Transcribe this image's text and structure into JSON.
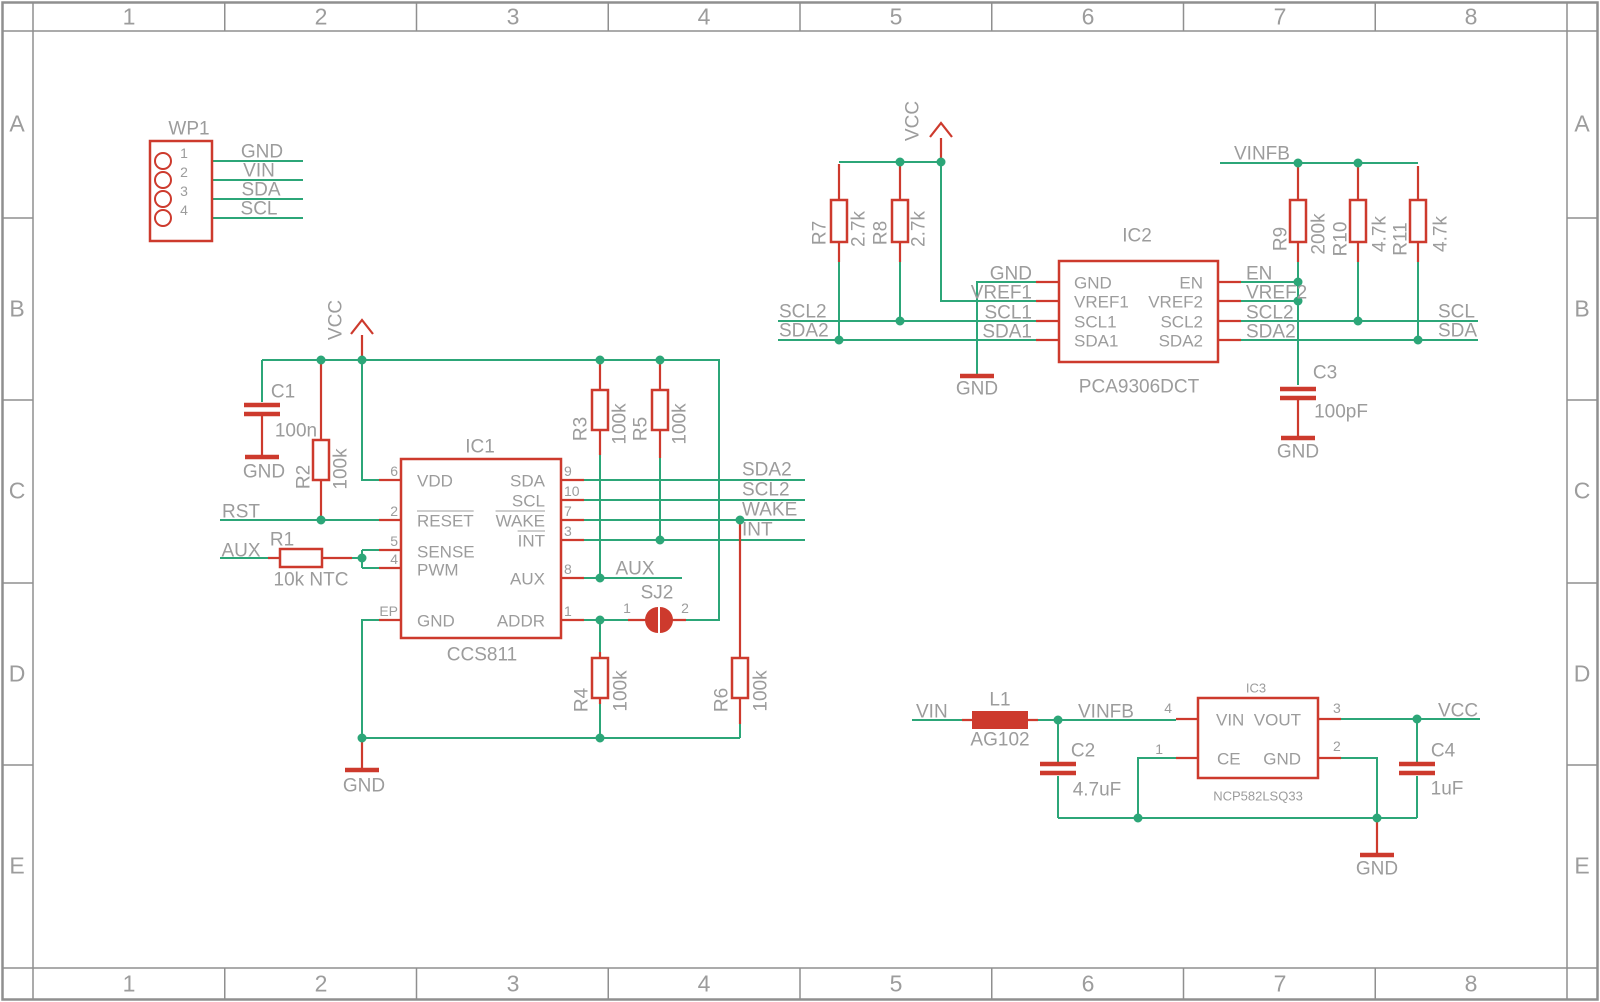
{
  "frame": {
    "columns": [
      "1",
      "2",
      "3",
      "4",
      "5",
      "6",
      "7",
      "8"
    ],
    "rows": [
      "A",
      "B",
      "C",
      "D",
      "E"
    ]
  },
  "nets": {
    "gnd": "GND",
    "vcc": "VCC",
    "vin": "VIN",
    "rst": "RST",
    "aux": "AUX",
    "sda": "SDA",
    "scl": "SCL",
    "sda2": "SDA2",
    "scl2": "SCL2",
    "sda1": "SDA1",
    "scl1": "SCL1",
    "wake": "WAKE",
    "int": "INT",
    "vinfb": "VINFB",
    "vref1": "VREF1",
    "vref2": "VREF2",
    "en": "EN"
  },
  "wp1": {
    "ref": "WP1",
    "pins": [
      {
        "n": "1",
        "net": "GND"
      },
      {
        "n": "2",
        "net": "VIN"
      },
      {
        "n": "3",
        "net": "SDA"
      },
      {
        "n": "4",
        "net": "SCL"
      }
    ]
  },
  "ic1": {
    "ref": "IC1",
    "value": "CCS811",
    "pins_left": [
      {
        "n": "6",
        "name": "VDD"
      },
      {
        "n": "2",
        "name": "RESET"
      },
      {
        "n": "5",
        "name": "SENSE"
      },
      {
        "n": "4",
        "name": "PWM"
      },
      {
        "n": "EP",
        "name": "GND"
      }
    ],
    "pins_right": [
      {
        "n": "9",
        "name": "SDA"
      },
      {
        "n": "10",
        "name": "SCL"
      },
      {
        "n": "7",
        "name": "WAKE"
      },
      {
        "n": "3",
        "name": "INT"
      },
      {
        "n": "8",
        "name": "AUX"
      },
      {
        "n": "1",
        "name": "ADDR"
      }
    ]
  },
  "ic2": {
    "ref": "IC2",
    "value": "PCA9306DCT",
    "pins_left": [
      "GND",
      "VREF1",
      "SCL1",
      "SDA1"
    ],
    "pins_right": [
      "EN",
      "VREF2",
      "SCL2",
      "SDA2"
    ]
  },
  "ic3": {
    "ref": "IC3",
    "value": "NCP582LSQ33",
    "pins": {
      "vin": {
        "n": "4",
        "name": "VIN"
      },
      "ce": {
        "n": "1",
        "name": "CE"
      },
      "vout": {
        "n": "3",
        "name": "VOUT"
      },
      "gnd": {
        "n": "2",
        "name": "GND"
      }
    }
  },
  "resistors": {
    "r1": {
      "ref": "R1",
      "value": "10k NTC"
    },
    "r2": {
      "ref": "R2",
      "value": "100k"
    },
    "r3": {
      "ref": "R3",
      "value": "100k"
    },
    "r4": {
      "ref": "R4",
      "value": "100k"
    },
    "r5": {
      "ref": "R5",
      "value": "100k"
    },
    "r6": {
      "ref": "R6",
      "value": "100k"
    },
    "r7": {
      "ref": "R7",
      "value": "2.7k"
    },
    "r8": {
      "ref": "R8",
      "value": "2.7k"
    },
    "r9": {
      "ref": "R9",
      "value": "200k"
    },
    "r10": {
      "ref": "R10",
      "value": "4.7k"
    },
    "r11": {
      "ref": "R11",
      "value": "4.7k"
    }
  },
  "capacitors": {
    "c1": {
      "ref": "C1",
      "value": "100n"
    },
    "c2": {
      "ref": "C2",
      "value": "4.7uF"
    },
    "c3": {
      "ref": "C3",
      "value": "100pF"
    },
    "c4": {
      "ref": "C4",
      "value": "1uF"
    }
  },
  "inductor": {
    "ref": "L1",
    "value": "AG102"
  },
  "jumper": {
    "ref": "SJ2",
    "pin1": "1",
    "pin2": "2"
  },
  "colors": {
    "wire_green": "#2CA678",
    "component_red": "#CD3A2D",
    "text_gray": "#9C9C9C",
    "frame_gray": "#8F8F8F"
  }
}
